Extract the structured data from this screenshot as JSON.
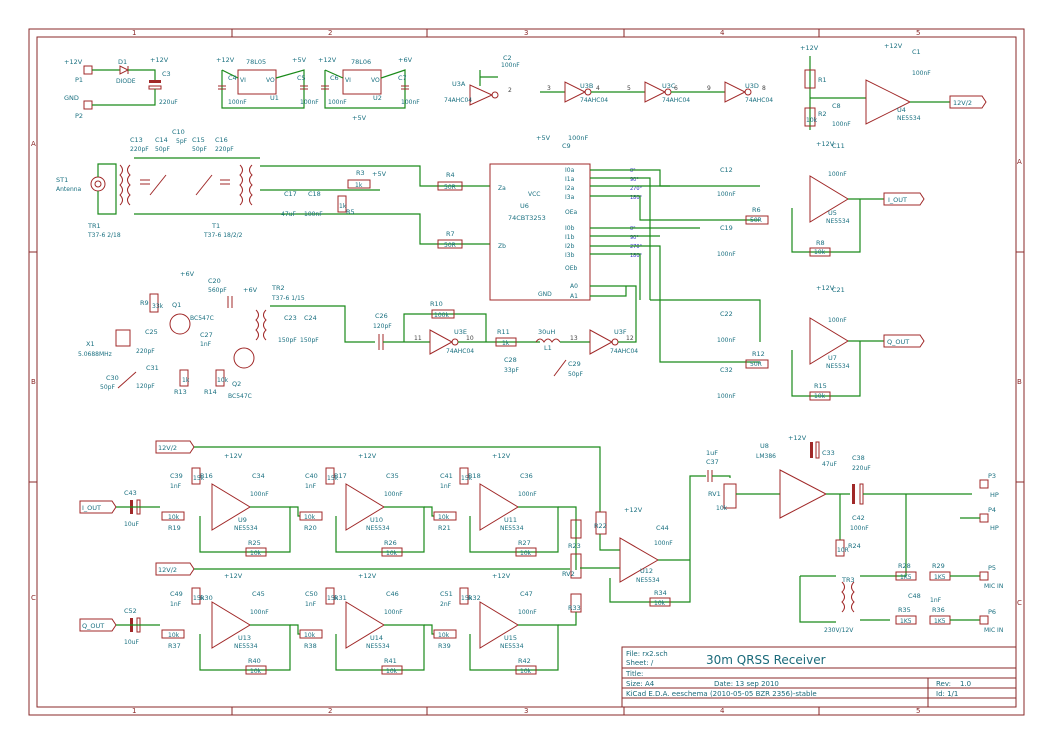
{
  "grid": {
    "cols": [
      "1",
      "2",
      "3",
      "4",
      "5"
    ],
    "rows": [
      "A",
      "B",
      "C"
    ]
  },
  "title_block": {
    "file": "File: rx2.sch",
    "sheet": "Sheet: /",
    "title_label": "Title:",
    "title": "30m QRSS Receiver",
    "size": "Size: A4",
    "date": "Date: 13 sep 2010",
    "rev_label": "Rev:",
    "rev": "1.0",
    "tool": "KiCad E.D.A.  eeschema (2010-05-05 BZR 2356)-stable",
    "id": "Id: 1/1"
  },
  "supply": {
    "p1": "P1",
    "p2": "P2",
    "gnd": "GND",
    "v12": "+12V",
    "d1": "D1",
    "diode": "DIODE",
    "c3": "C3",
    "c3v": "220uF",
    "u1": "U1",
    "u1t": "78L05",
    "u2": "U2",
    "u2t": "78L06",
    "c4": "C4",
    "c5": "C5",
    "c6": "C6",
    "c7": "C7",
    "cap100n": "100nF",
    "v5": "+5V",
    "v6": "+6V",
    "vi": "VI",
    "vo": "VO",
    "gndp": "GND",
    "c1": "C1",
    "c2": "C2",
    "c8": "C8",
    "r1": "R1",
    "r2": "R2",
    "k10": "10k",
    "u4": "U4",
    "ne": "NE5534",
    "half": "12V/2",
    "u3a": "U3A",
    "u3b": "U3B",
    "u3c": "U3C",
    "u3d": "U3D",
    "hc": "74AHC04"
  },
  "rf": {
    "ant": "ST1",
    "antenna": "Antenna",
    "c13": "C13",
    "c13v": "220pF",
    "c14": "C14",
    "c14v": "50pF",
    "c10": "C10",
    "c10v": "5pF",
    "c15": "C15",
    "c15v": "50pF",
    "c16": "C16",
    "c16v": "220pF",
    "tr1": "TR1",
    "tr1v": "T37-6 2/18",
    "t1": "T1",
    "t1v": "T37-6 18/2/2",
    "c17": "C17",
    "c17v": "47uF",
    "c18": "C18",
    "r3": "R3",
    "r3v": "1k",
    "r5": "R5",
    "r4": "R4",
    "r7": "R7",
    "r50": "50R",
    "u6": "U6",
    "u6v": "74CBT3253",
    "vcc": "VCC",
    "gnd": "GND",
    "pins_left": [
      "I0a",
      "I1a",
      "I2a",
      "I3a",
      "OEa",
      "I0b",
      "I1b",
      "I2b",
      "I3b",
      "OEb"
    ],
    "za": "Za",
    "zb": "Zb",
    "a0": "A0",
    "a1": "A1",
    "phases": [
      "0°",
      "90°",
      "270°",
      "180°"
    ],
    "c9": "C9",
    "c12": "C12",
    "c19": "C19",
    "c11": "C11",
    "c21": "C21",
    "c22": "C22",
    "c32": "C32",
    "r6": "R6",
    "r8": "R8",
    "r12": "R12",
    "r15": "R15",
    "u5": "U5",
    "u7": "U7",
    "iout": "I_OUT",
    "qout": "Q_OUT"
  },
  "osc": {
    "r9": "R9",
    "r9v": "33k",
    "q1": "Q1",
    "q1v": "BC547C",
    "q2": "Q2",
    "q2v": "BC547C",
    "x1": "X1",
    "x1v": "5.0688MHz",
    "c25": "C25",
    "c25v": "220pF",
    "c27": "C27",
    "c27v": "1nF",
    "c30": "C30",
    "c30v": "50pF",
    "c31": "C31",
    "c31v": "120pF",
    "r13": "R13",
    "r14": "R14",
    "r13v": "1k",
    "r14v": "10k",
    "c20": "C20",
    "c20v": "560pF",
    "tr2": "TR2",
    "tr2v": "T37-6 1/15",
    "c23": "C23",
    "c23v": "150pF",
    "c24": "C24",
    "c24v": "150pF",
    "c26": "C26",
    "c26v": "120pF",
    "r10": "R10",
    "r10v": "100k",
    "u3e": "U3E",
    "r11": "R11",
    "r11v": "1k",
    "l1": "L1",
    "l1v": "30uH",
    "c28": "C28",
    "c28v": "33pF",
    "c29": "C29",
    "c29v": "50pF",
    "u3f": "U3F"
  },
  "audio": {
    "half": "12V/2",
    "iout": "I_OUT",
    "qout": "Q_OUT",
    "c43": "C43",
    "c52": "C52",
    "c10u": "10uF",
    "c1n": "1nF",
    "c2n": "2nF",
    "stages_i": [
      {
        "c": "C39",
        "r1": "R16",
        "r1v": "15k",
        "u": "U9",
        "cb": "C34",
        "rin": "R19",
        "rf": "R25",
        "rfv": "10k"
      },
      {
        "c": "C40",
        "r1": "R17",
        "r1v": "15k",
        "u": "U10",
        "cb": "C35",
        "rin": "R20",
        "rf": "R26",
        "rfv": "10k"
      },
      {
        "c": "C41",
        "r1": "R18",
        "r1v": "15k",
        "u": "U11",
        "cb": "C36",
        "rin": "R21",
        "rf": "R27",
        "rfv": "10k"
      }
    ],
    "stages_q": [
      {
        "c": "C49",
        "r1": "R30",
        "r1v": "15k",
        "u": "U13",
        "cb": "C45",
        "rin": "R37",
        "rf": "R40",
        "rfv": "10k"
      },
      {
        "c": "C50",
        "r1": "R31",
        "r1v": "15k",
        "u": "U14",
        "cb": "C46",
        "rin": "R38",
        "rf": "R41",
        "rfv": "10k"
      },
      {
        "c": "C51",
        "r1": "R32",
        "r1v": "15k",
        "u": "U15",
        "cb": "C47",
        "rin": "R39",
        "rf": "R42",
        "rfv": "10k"
      }
    ],
    "r22": "R22",
    "r23": "R23",
    "rv2": "RV2",
    "r33": "R33",
    "r34": "R34",
    "u12": "U12",
    "c44": "C44",
    "c37": "C37",
    "c37v": "1uF",
    "rv1": "RV1",
    "rv1v": "10k",
    "u8": "U8",
    "u8v": "LM386",
    "c33": "C33",
    "c33v": "47uF",
    "c38": "C38",
    "c38v": "220uF",
    "c42": "C42",
    "r24": "R24",
    "r24v": "10R",
    "p3": "P3",
    "p4": "P4",
    "hp": "HP",
    "tr3": "TR3",
    "tr3v": "230V/12V",
    "r28": "R28",
    "r29": "R29",
    "r35": "R35",
    "r36": "R36",
    "k1k5": "1K5",
    "c48": "C48",
    "c48v": "1nF",
    "p5": "P5",
    "p6": "P6",
    "mic": "MIC IN"
  }
}
